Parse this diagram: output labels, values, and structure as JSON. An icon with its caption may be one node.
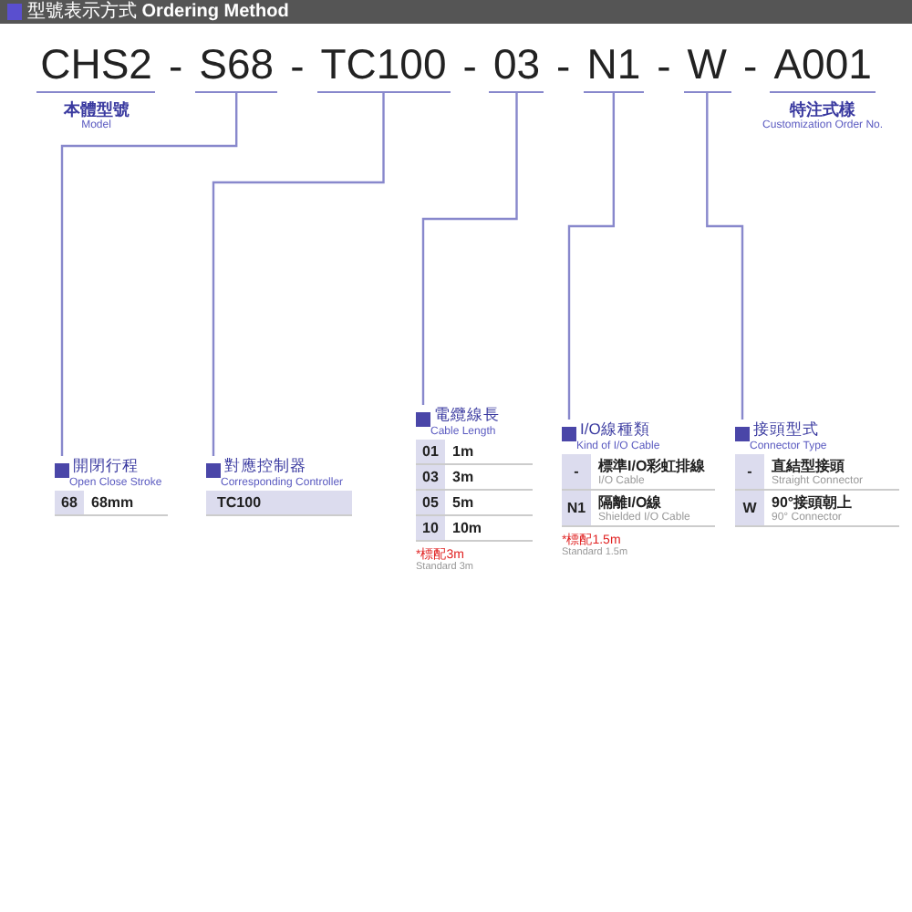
{
  "diagram": {
    "title": "型號表示方式 **Ordering Method**",
    "nodes": [
      {
        "text": [
          "CHS2"
        ],
        "beside": [
          "本體型號",
          "Model"
        ]
      },
      {
        "text": [
          "S68"
        ]
      },
      {
        "text": [
          "TC100"
        ]
      },
      {
        "text": [
          "03"
        ]
      },
      {
        "text": [
          "N1"
        ]
      },
      {
        "text": [
          "W"
        ]
      },
      {
        "text": [
          "A001"
        ],
        "beside": [
          "特注式樣",
          "Customization Order No."
        ]
      },
      {
        "text": [
          "開閉行程",
          "Open Close Stroke"
        ]
      },
      {
        "text": [
          "對應控制器",
          "Corresponding Controller"
        ]
      },
      {
        "text": [
          "電纜線長",
          "Cable Length"
        ],
        "beside": [
          "*標配3m",
          "Standard 3m"
        ]
      },
      {
        "text": [
          "I/O線種類",
          "Kind of I/O Cable"
        ],
        "beside": [
          "*標配1.5m",
          "Standard 1.5m"
        ]
      },
      {
        "text": [
          "接頭型式",
          "Connector Type"
        ]
      }
    ],
    "edges": [
      {
        "from": 1,
        "to": 7,
        "arrow": "none"
      },
      {
        "from": 2,
        "to": 8,
        "arrow": "none"
      },
      {
        "from": 3,
        "to": 9,
        "arrow": "none"
      },
      {
        "from": 4,
        "to": 10,
        "arrow": "none"
      },
      {
        "from": 5,
        "to": 11,
        "arrow": "none"
      }
    ],
    "labels": [
      "-",
      "-",
      "-",
      "-",
      "-",
      "-",
      "68",
      "68mm",
      "TC100",
      "01",
      "1m",
      "03",
      "3m",
      "05",
      "5m",
      "10",
      "10m",
      "-",
      "標準I/O彩虹排線",
      "I/O Cable",
      "N1",
      "隔離I/O線",
      "Shielded I/O Cable",
      "-",
      "直結型接頭",
      "Straight Connector",
      "W",
      "90°接頭朝上",
      "90° Connector"
    ]
  }
}
